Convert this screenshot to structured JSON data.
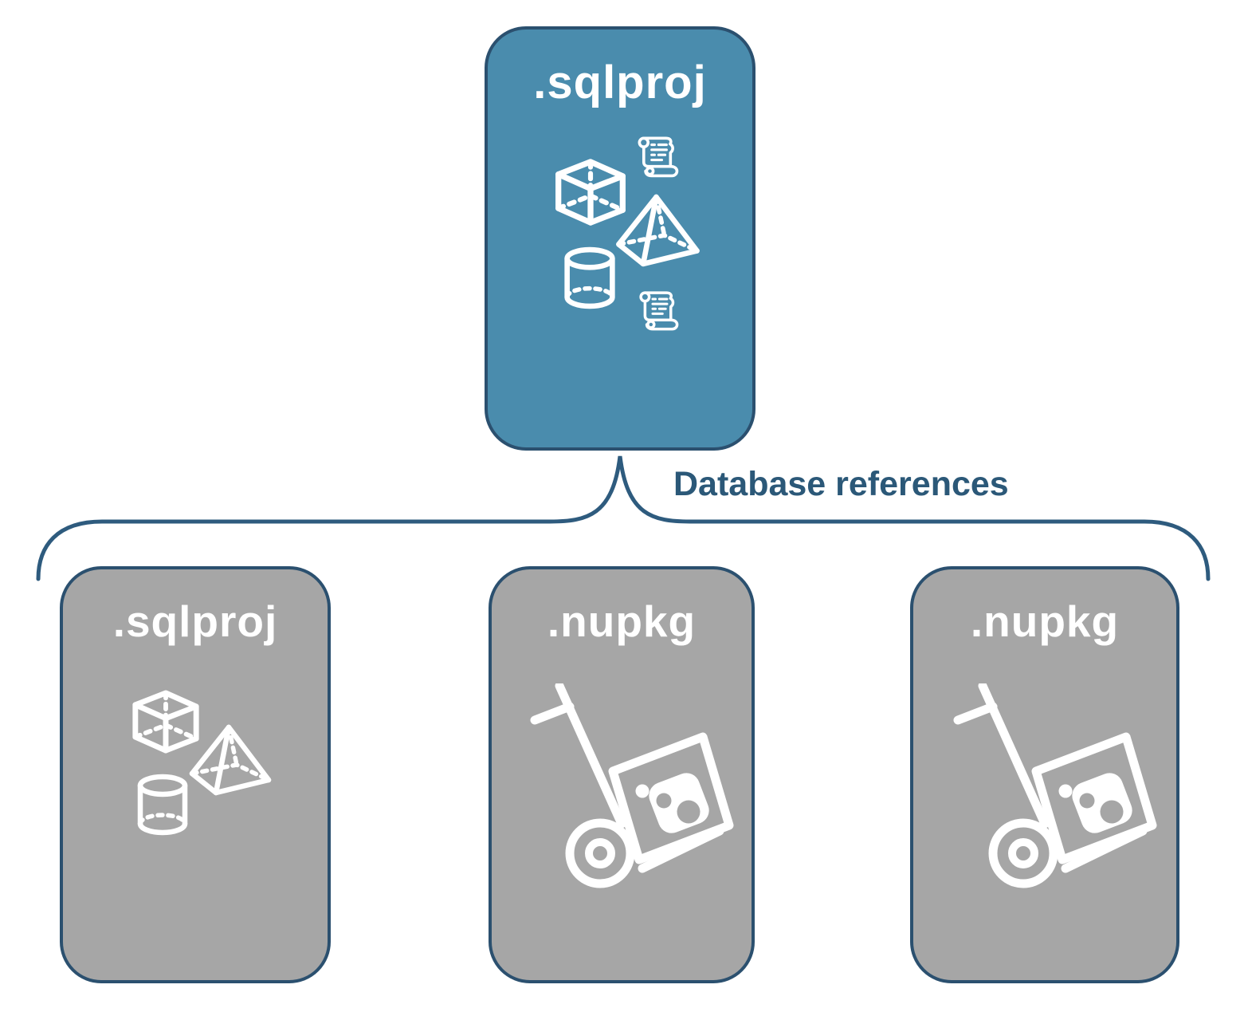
{
  "diagram": {
    "root_card": {
      "label": ".sqlproj",
      "icons": [
        "scroll-icon",
        "cube-icon",
        "pyramid-icon",
        "cylinder-icon",
        "scroll-icon"
      ]
    },
    "connector": {
      "type": "curly-brace",
      "label": "Database references"
    },
    "child_cards": [
      {
        "label": ".sqlproj",
        "icons": [
          "cube-icon",
          "pyramid-icon",
          "cylinder-icon"
        ]
      },
      {
        "label": ".nupkg",
        "icons": [
          "nuget-dolly-icon"
        ]
      },
      {
        "label": ".nupkg",
        "icons": [
          "nuget-dolly-icon"
        ]
      }
    ],
    "colors": {
      "primary_card_fill": "#4A8CAD",
      "secondary_card_fill": "#A6A6A6",
      "card_border": "#2B506F",
      "connector_stroke": "#2E5B7E",
      "connector_label_text": "#2B5878",
      "icon_color": "#FFFFFF"
    }
  }
}
